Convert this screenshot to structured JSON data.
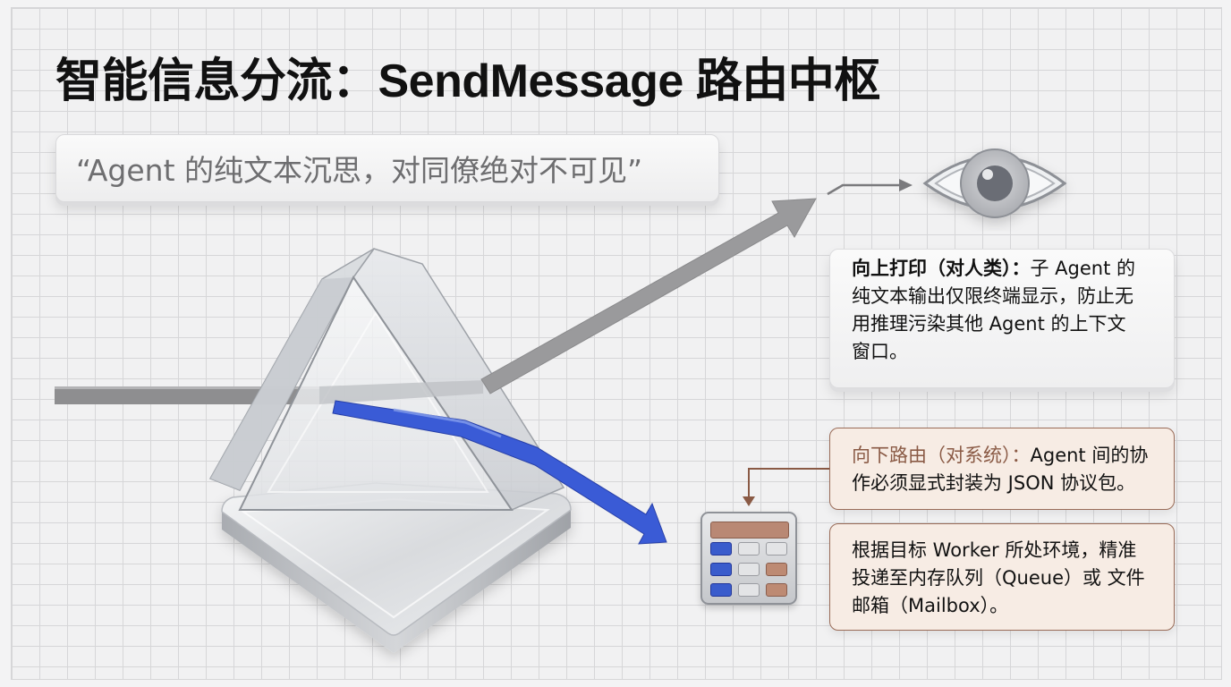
{
  "title": "智能信息分流：SendMessage 路由中枢",
  "quote": "“Agent 的纯文本沉思，对同僚绝对不可见”",
  "human_card": {
    "lead": "向上打印（对人类）：",
    "lines": [
      "子 Agent 的",
      "纯文本输出仅限终端显示，防止无",
      "用推理污染其他 Agent 的上下文",
      "窗口。"
    ]
  },
  "system_card": {
    "lead": "向下路由（对系统）：",
    "lines": [
      "Agent 间的协",
      "作必须显式封装为 JSON 协议包。"
    ]
  },
  "worker_card": {
    "lines": [
      "根据目标 Worker 所处环境，精准",
      "投递至内存队列（Queue）或 文件",
      "邮箱（Mailbox）。"
    ]
  },
  "icons": {
    "prism": "prism-icon",
    "eye": "eye-icon",
    "calculator": "message-router-icon"
  },
  "colors": {
    "input_beam": "#8e8e90",
    "human_beam": "#9a9a9c",
    "system_beam": "#3a5bd6",
    "accent_brown": "#8a5a45",
    "card_brown_bg": "#f7ece4"
  }
}
